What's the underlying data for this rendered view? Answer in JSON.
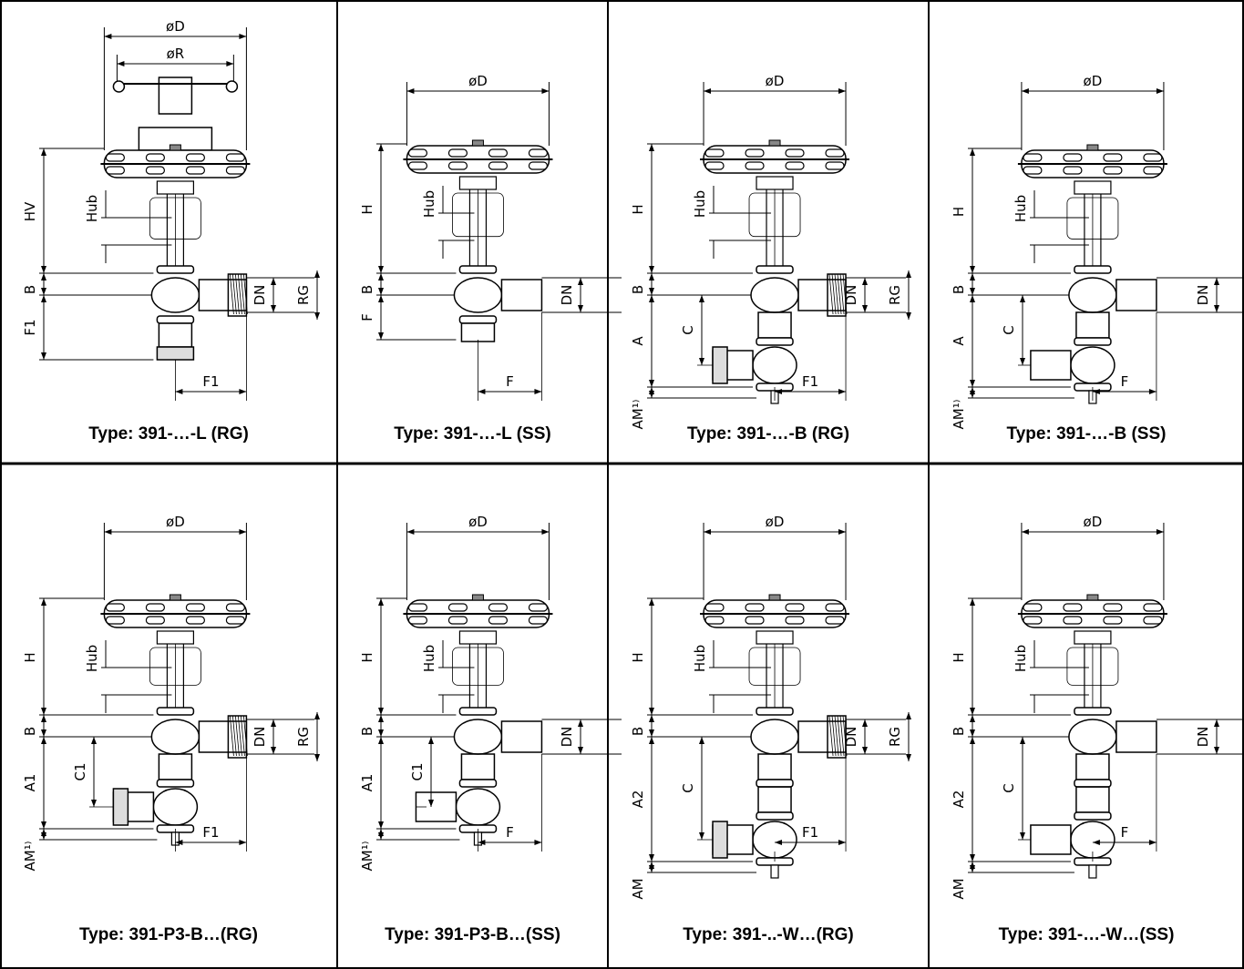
{
  "cells": [
    {
      "caption": "Type: 391-…-L (RG)",
      "dim_top": "øD",
      "dim_top2": "øR",
      "dim_h": "HV",
      "dim_hub": "Hub",
      "dim_b": "B",
      "dim_lower": "F1",
      "dim_dn": "DN",
      "dim_rg": "RG",
      "dim_bottom": "F1",
      "port": "RG",
      "variant": "L"
    },
    {
      "caption": "Type: 391-…-L (SS)",
      "dim_top": "øD",
      "dim_h": "H",
      "dim_hub": "Hub",
      "dim_b": "B",
      "dim_lower": "F",
      "dim_dn": "DN",
      "dim_bottom": "F",
      "port": "SS",
      "variant": "L"
    },
    {
      "caption": "Type: 391-…-B (RG)",
      "dim_top": "øD",
      "dim_h": "H",
      "dim_hub": "Hub",
      "dim_b": "B",
      "dim_lower": "A",
      "dim_c": "C",
      "dim_am": "AM¹⁾",
      "dim_dn": "DN",
      "dim_rg": "RG",
      "dim_bottom": "F1",
      "port": "RG",
      "variant": "B"
    },
    {
      "caption": "Type: 391-…-B (SS)",
      "dim_top": "øD",
      "dim_h": "H",
      "dim_hub": "Hub",
      "dim_b": "B",
      "dim_lower": "A",
      "dim_c": "C",
      "dim_am": "AM¹⁾",
      "dim_dn": "DN",
      "dim_bottom": "F",
      "port": "SS",
      "variant": "B"
    },
    {
      "caption": "Type: 391-P3-B…(RG)",
      "dim_top": "øD",
      "dim_h": "H",
      "dim_hub": "Hub",
      "dim_b": "B",
      "dim_lower": "A1",
      "dim_c": "C1",
      "dim_am": "AM¹⁾",
      "dim_dn": "DN",
      "dim_rg": "RG",
      "dim_bottom": "F1",
      "port": "RG",
      "variant": "P3"
    },
    {
      "caption": "Type: 391-P3-B…(SS)",
      "dim_top": "øD",
      "dim_h": "H",
      "dim_hub": "Hub",
      "dim_b": "B",
      "dim_lower": "A1",
      "dim_c": "C1",
      "dim_am": "AM¹⁾",
      "dim_dn": "DN",
      "dim_bottom": "F",
      "port": "SS",
      "variant": "P3"
    },
    {
      "caption": "Type: 391-..-W…(RG)",
      "dim_top": "øD",
      "dim_h": "H",
      "dim_hub": "Hub",
      "dim_b": "B",
      "dim_lower": "A2",
      "dim_c": "C",
      "dim_am": "AM",
      "dim_dn": "DN",
      "dim_rg": "RG",
      "dim_bottom": "F1",
      "port": "RG",
      "variant": "W"
    },
    {
      "caption": "Type: 391-…-W…(SS)",
      "dim_top": "øD",
      "dim_h": "H",
      "dim_hub": "Hub",
      "dim_b": "B",
      "dim_lower": "A2",
      "dim_c": "C",
      "dim_am": "AM",
      "dim_dn": "DN",
      "dim_bottom": "F",
      "port": "SS",
      "variant": "W"
    }
  ]
}
